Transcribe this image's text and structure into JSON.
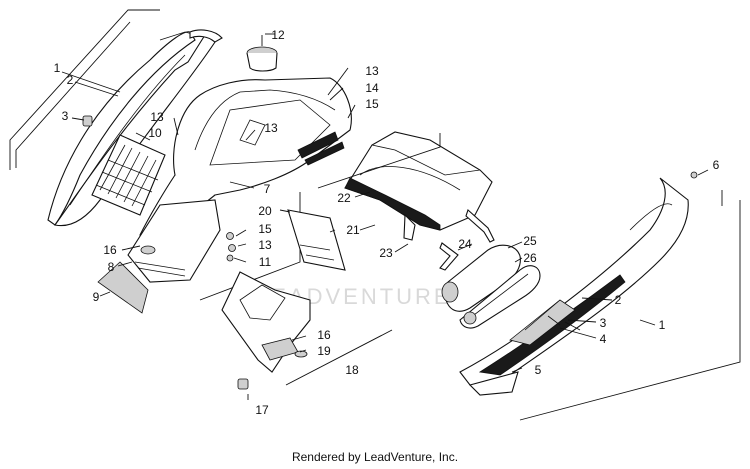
{
  "watermark": "LEADVENTURE",
  "footer": "Rendered by LeadVenture, Inc.",
  "callouts": [
    {
      "id": "c1a",
      "text": "1"
    },
    {
      "id": "c2a",
      "text": "2"
    },
    {
      "id": "c3a",
      "text": "3"
    },
    {
      "id": "c10",
      "text": "10"
    },
    {
      "id": "c12",
      "text": "12"
    },
    {
      "id": "c13a",
      "text": "13"
    },
    {
      "id": "c13b",
      "text": "13"
    },
    {
      "id": "c13c",
      "text": "13"
    },
    {
      "id": "c14",
      "text": "14"
    },
    {
      "id": "c15a",
      "text": "15"
    },
    {
      "id": "c7",
      "text": "7"
    },
    {
      "id": "c22",
      "text": "22"
    },
    {
      "id": "c6",
      "text": "6"
    },
    {
      "id": "c20",
      "text": "20"
    },
    {
      "id": "c15b",
      "text": "15"
    },
    {
      "id": "c13d",
      "text": "13"
    },
    {
      "id": "c11",
      "text": "11"
    },
    {
      "id": "c21",
      "text": "21"
    },
    {
      "id": "c16a",
      "text": "16"
    },
    {
      "id": "c8",
      "text": "8"
    },
    {
      "id": "c9",
      "text": "9"
    },
    {
      "id": "c23",
      "text": "23"
    },
    {
      "id": "c24",
      "text": "24"
    },
    {
      "id": "c25",
      "text": "25"
    },
    {
      "id": "c26",
      "text": "26"
    },
    {
      "id": "c2b",
      "text": "2"
    },
    {
      "id": "c1b",
      "text": "1"
    },
    {
      "id": "c3b",
      "text": "3"
    },
    {
      "id": "c4",
      "text": "4"
    },
    {
      "id": "c5",
      "text": "5"
    },
    {
      "id": "c16b",
      "text": "16"
    },
    {
      "id": "c19",
      "text": "19"
    },
    {
      "id": "c18",
      "text": "18"
    },
    {
      "id": "c17",
      "text": "17"
    }
  ]
}
